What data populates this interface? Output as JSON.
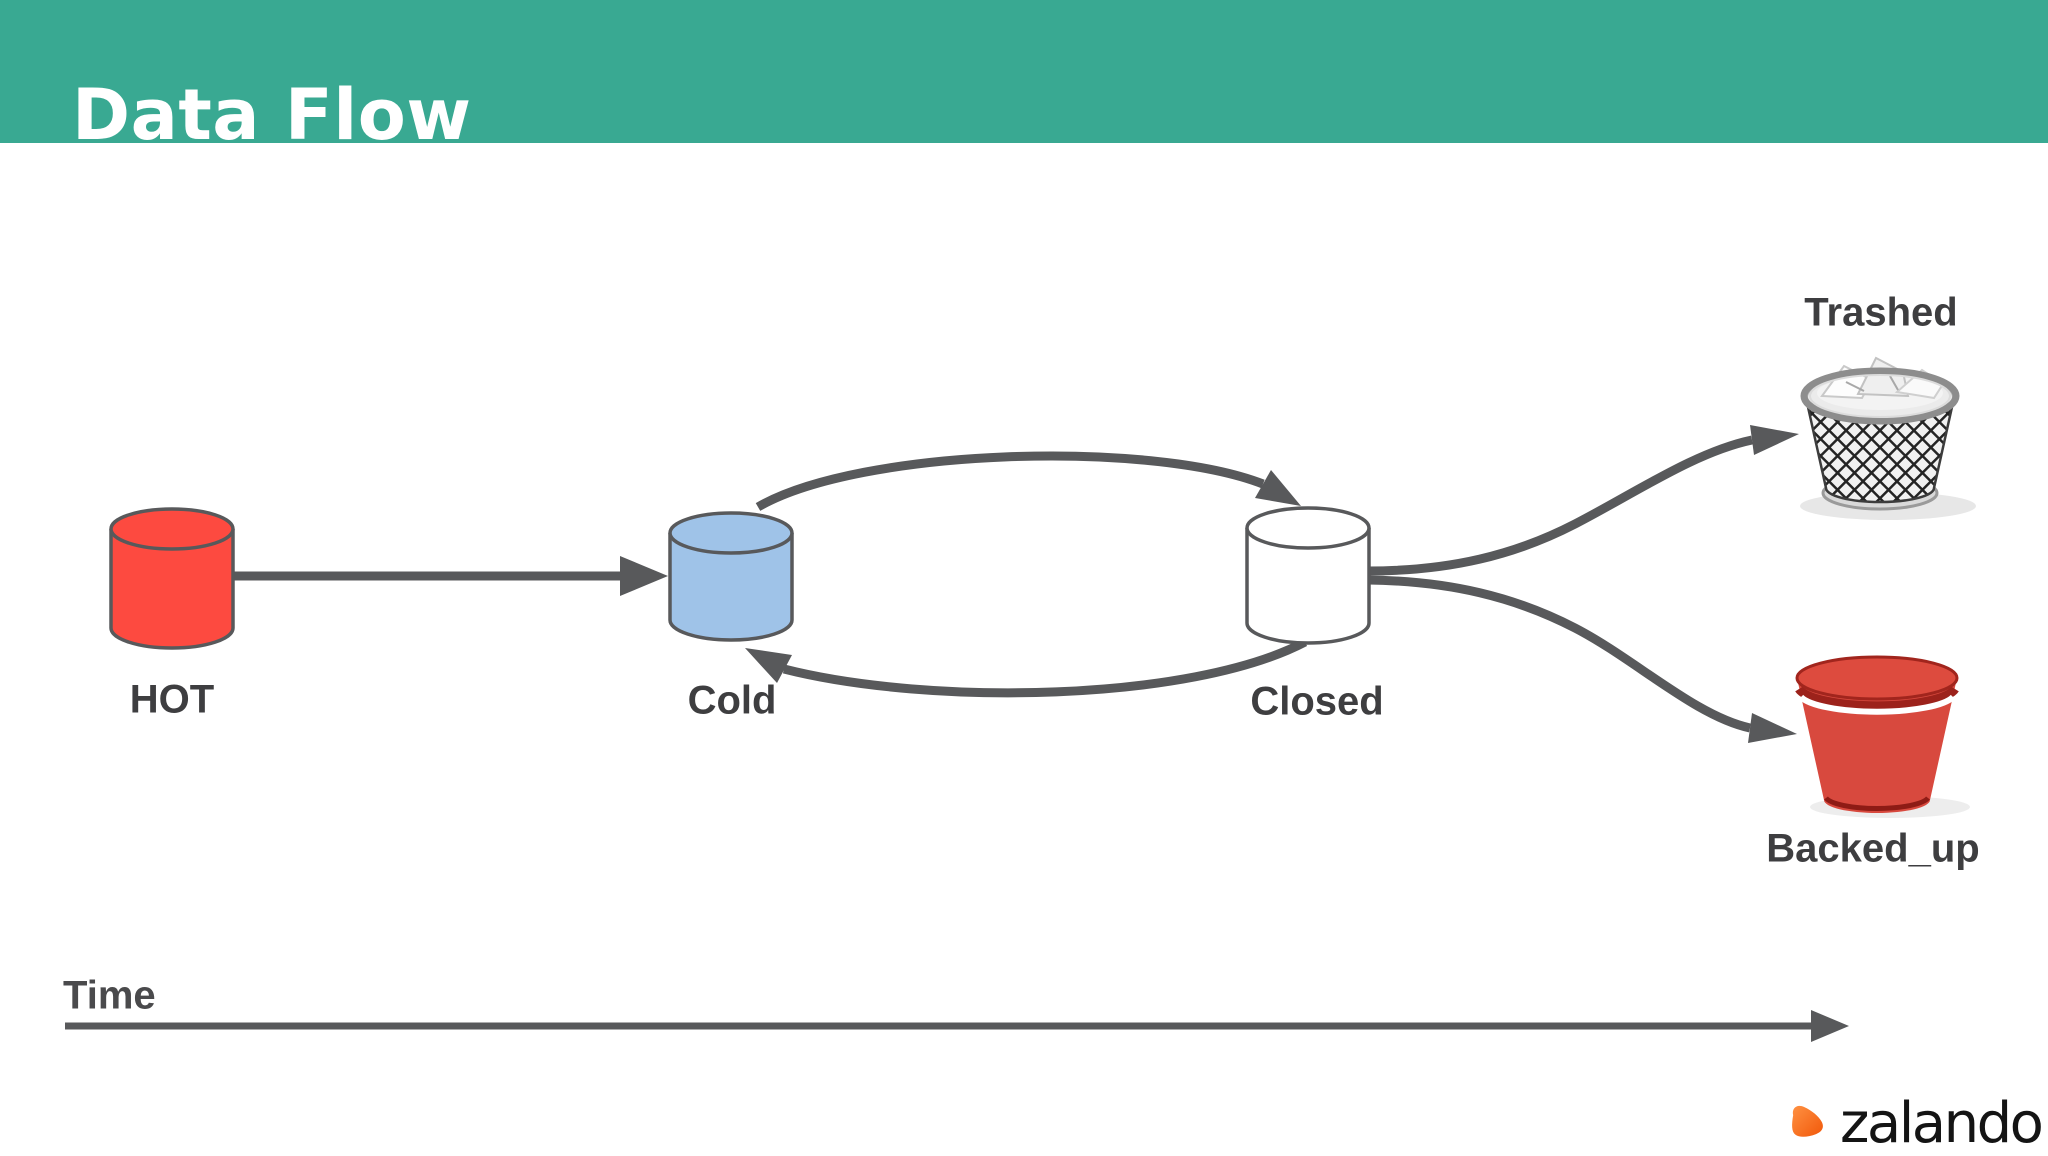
{
  "slide": {
    "title": "Data Flow",
    "header_color": "#39a992",
    "title_color": "#ffffff",
    "background_color": "#ffffff"
  },
  "diagram": {
    "nodes": [
      {
        "id": "hot",
        "label": "HOT",
        "shape": "database-cylinder",
        "color": "#fd4a40"
      },
      {
        "id": "cold",
        "label": "Cold",
        "shape": "database-cylinder",
        "color": "#9fc3e8"
      },
      {
        "id": "closed",
        "label": "Closed",
        "shape": "database-cylinder",
        "color": "#ffffff"
      },
      {
        "id": "trashed",
        "label": "Trashed",
        "shape": "wastebasket-icon",
        "color": "#2b2b2b"
      },
      {
        "id": "backed_up",
        "label": "Backed_up",
        "shape": "bucket-icon",
        "color": "#d8493e"
      }
    ],
    "edges": [
      {
        "from": "HOT",
        "to": "Cold",
        "style": "straight-arrow"
      },
      {
        "from": "Cold",
        "to": "Closed",
        "style": "curved-arrow-over-top"
      },
      {
        "from": "Closed",
        "to": "Cold",
        "style": "curved-arrow-under-bottom"
      },
      {
        "from": "Closed",
        "to": "Trashed",
        "style": "curved-arrow-up"
      },
      {
        "from": "Closed",
        "to": "Backed_up",
        "style": "curved-arrow-down"
      }
    ],
    "timeline": {
      "label": "Time"
    }
  },
  "footer": {
    "brand": "zalando",
    "brand_icon_color": "#f36f21",
    "brand_text_color": "#141414"
  },
  "colors": {
    "arrow": "#58595b",
    "outline": "#58595b",
    "label": "#3e3e40",
    "bucket_dark_red": "#9c221b",
    "top_disc_red": "#dd4b3e"
  }
}
